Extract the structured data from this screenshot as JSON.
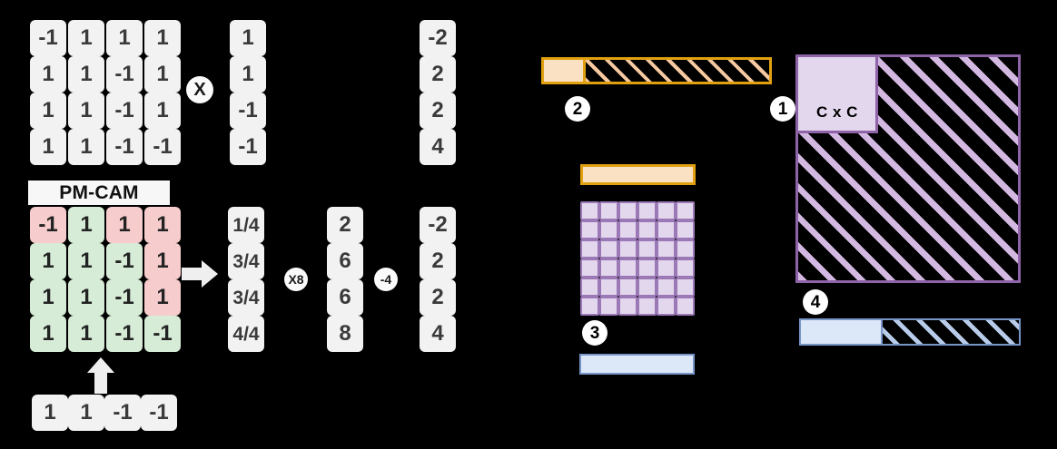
{
  "figure": {
    "title": "PM-CAM dot-product computation diagram",
    "background": "#000000"
  },
  "palette": {
    "cell_bg": "#F2F2F2",
    "cell_text": "#3A3A3A",
    "pmcam_positive": "#D7ECD7",
    "pmcam_negative": "#F6CCCC",
    "orange_border": "#E0A010",
    "orange_fill": "#FBE1C4",
    "orange_hatch": "#F6C9A0",
    "purple_border": "#8E63A8",
    "purple_fill": "#E3D7EE",
    "purple_hatch": "#D3B9E2",
    "blue_border": "#7795C6",
    "blue_fill": "#DCE7F8",
    "blue_hatch": "#B8CCEA"
  },
  "left_panel": {
    "top_row": {
      "matrix": {
        "label": "weight-matrix",
        "rows": [
          [
            "-1",
            "1",
            "1",
            "1"
          ],
          [
            "1",
            "1",
            "-1",
            "1"
          ],
          [
            "1",
            "1",
            "-1",
            "1"
          ],
          [
            "1",
            "1",
            "-1",
            "-1"
          ]
        ]
      },
      "operator": "X",
      "vector": [
        "1",
        "1",
        "-1",
        "-1"
      ],
      "result": [
        "-2",
        "2",
        "2",
        "4"
      ]
    },
    "bottom_row": {
      "banner": "PM-CAM",
      "matrix": {
        "rows": [
          [
            {
              "v": "-1",
              "sign": "neg"
            },
            {
              "v": "1",
              "sign": "pos"
            },
            {
              "v": "1",
              "sign": "neg"
            },
            {
              "v": "1",
              "sign": "neg"
            }
          ],
          [
            {
              "v": "1",
              "sign": "pos"
            },
            {
              "v": "1",
              "sign": "pos"
            },
            {
              "v": "-1",
              "sign": "pos"
            },
            {
              "v": "1",
              "sign": "neg"
            }
          ],
          [
            {
              "v": "1",
              "sign": "pos"
            },
            {
              "v": "1",
              "sign": "pos"
            },
            {
              "v": "-1",
              "sign": "pos"
            },
            {
              "v": "1",
              "sign": "neg"
            }
          ],
          [
            {
              "v": "1",
              "sign": "pos"
            },
            {
              "v": "1",
              "sign": "pos"
            },
            {
              "v": "-1",
              "sign": "pos"
            },
            {
              "v": "-1",
              "sign": "pos"
            }
          ]
        ]
      },
      "arrow": "right-arrow",
      "match_fractions": [
        "1/4",
        "3/4",
        "3/4",
        "4/4"
      ],
      "scale_operator": "X8",
      "scaled": [
        "2",
        "6",
        "6",
        "8"
      ],
      "offset_operator": "-4",
      "result": [
        "-2",
        "2",
        "2",
        "4"
      ]
    },
    "query_vector": {
      "arrow": "up-arrow",
      "values": [
        "1",
        "1",
        "-1",
        "-1"
      ]
    }
  },
  "right_panel": {
    "steps": {
      "one": "1",
      "two": "2",
      "three": "3",
      "four": "4"
    },
    "orange_bar_top": {
      "name": "search-key-vector",
      "solid_label": "",
      "hatched_label": ""
    },
    "orange_bar_mid": {
      "name": "key-row-vector"
    },
    "purple_square": {
      "name": "cam-array",
      "label": "C x C"
    },
    "purple_grid": {
      "name": "cell-grid",
      "rows": 6,
      "cols": 6
    },
    "blue_bar_mid": {
      "name": "match-result-vector"
    },
    "blue_bar_right": {
      "name": "output-vector"
    }
  }
}
